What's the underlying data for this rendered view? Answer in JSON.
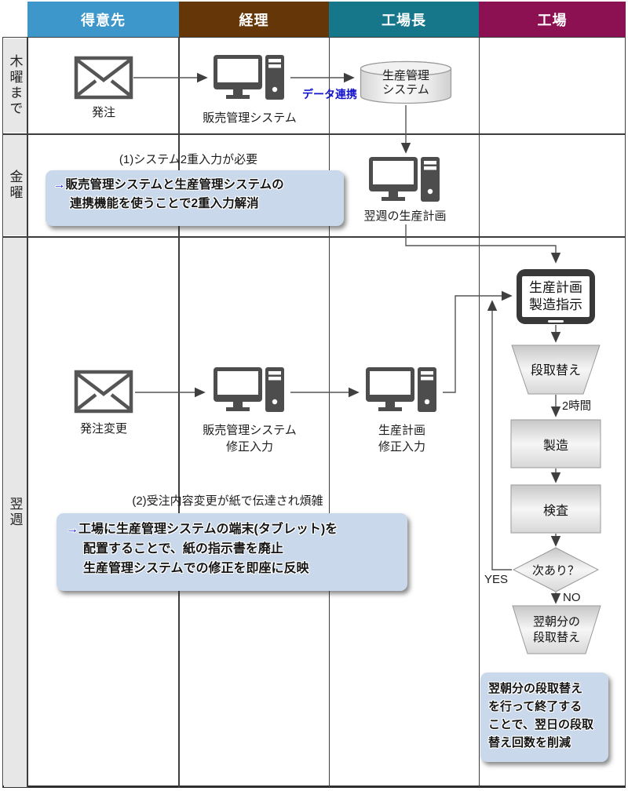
{
  "lanes": [
    {
      "label": "得意先",
      "color": "#3D97CB"
    },
    {
      "label": "経理",
      "color": "#653608"
    },
    {
      "label": "工場長",
      "color": "#16768A"
    },
    {
      "label": "工場",
      "color": "#8B1152"
    }
  ],
  "rows": [
    {
      "label": "木曜まで"
    },
    {
      "label": "金曜"
    },
    {
      "label": "翌週"
    }
  ],
  "thursday": {
    "order_label": "発注",
    "sales_system_label": "販売管理システム",
    "data_link_label": "データ連携",
    "db_line1": "生産管理",
    "db_line2": "システム"
  },
  "friday": {
    "issue1": "(1)システム2重入力が必要",
    "callout1_arrow": "→",
    "callout1_line1": "販売管理システムと生産管理システムの",
    "callout1_line2": "連携機能を使うことで2重入力解消",
    "plan_pc_label": "翌週の生産計画"
  },
  "nextweek": {
    "order_change_label": "発注変更",
    "sales_fix_line1": "販売管理システム",
    "sales_fix_line2": "修正入力",
    "plan_fix_line1": "生産計画",
    "plan_fix_line2": "修正入力",
    "issue2": "(2)受注内容変更が紙で伝達され煩雑",
    "callout2_arrow": "→",
    "callout2_line1": "工場に生産管理システムの端末(タブレット)を",
    "callout2_line2": "配置することで、紙の指示書を廃止",
    "callout2_line3": "生産管理システムでの修正を即座に反映",
    "tablet_line1": "生産計画",
    "tablet_line2": "製造指示"
  },
  "flow": {
    "setup": "段取替え",
    "setup_time": "2時間",
    "manufacture": "製造",
    "inspection": "検査",
    "decision": "次あり？",
    "yes": "YES",
    "no": "NO",
    "next_morning_line1": "翌朝分の",
    "next_morning_line2": "段取替え",
    "callout3_line1": "翌朝分の段取替え",
    "callout3_line2": "を行って終了する",
    "callout3_line3": "ことで、翌日の段取",
    "callout3_line4": "替え回数を削減"
  },
  "colors": {
    "callout_bg": "#C9D8EB",
    "data_link_blue": "#1414CC",
    "callout_arrow_blue": "#2020D0",
    "grid_line": "#3D3D3D",
    "icon_gray": "#4D4D4D"
  }
}
